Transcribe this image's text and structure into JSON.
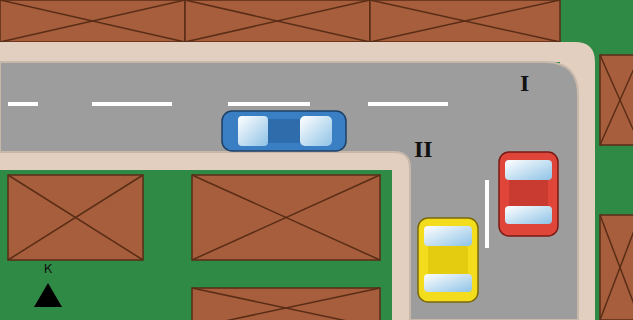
{
  "diagram": {
    "labels": [
      "I",
      "II",
      "К"
    ]
  }
}
